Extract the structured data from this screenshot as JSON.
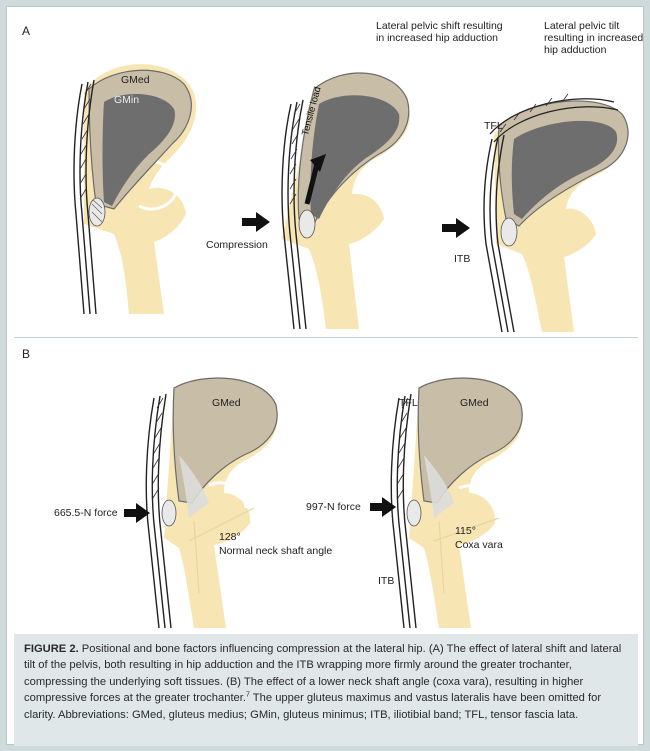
{
  "panels": {
    "a": {
      "letter": "A",
      "label_gmed": "GMed",
      "label_gmin": "GMin",
      "label_shift": "Lateral pelvic shift resulting in increased hip adduction",
      "label_tilt": "Lateral pelvic tilt resulting in increased hip adduction",
      "label_compression": "Compression",
      "label_tensile": "Tensile load",
      "label_tfl": "TFL",
      "label_itb": "ITB"
    },
    "b": {
      "letter": "B",
      "label_gmed_left": "GMed",
      "label_gmed_right": "GMed",
      "label_force_left": "665.5-N force",
      "label_force_right": "997-N force",
      "label_angle_left": "128°",
      "label_angle_left_desc": "Normal neck shaft angle",
      "label_angle_right": "115°",
      "label_angle_right_desc": "Coxa vara",
      "label_tfl": "TFL",
      "label_itb": "ITB"
    }
  },
  "caption": {
    "title": "FIGURE 2.",
    "text_1": " Positional and bone factors influencing compression at the lateral hip. (A) The effect of lateral shift and lateral tilt of the pelvis, both resulting in hip adduction and the ITB wrapping more firmly around the greater trochanter, compressing the underlying soft tissues. (B) The effect of a lower neck shaft angle (coxa vara), resulting in higher compressive forces at the greater trochanter.",
    "ref": "7",
    "text_2": " The upper gluteus maximus and vastus lateralis have been omitted for clarity. Abbreviations: GMed, gluteus medius; GMin, gluteus minimus; ITB, iliotibial band; TFL, tensor fascia lata."
  },
  "colors": {
    "bone": "#f7e6b4",
    "gmed": "#c8bda6",
    "gmin": "#6e6e6e",
    "caption_bg": "#dfe7e9"
  }
}
